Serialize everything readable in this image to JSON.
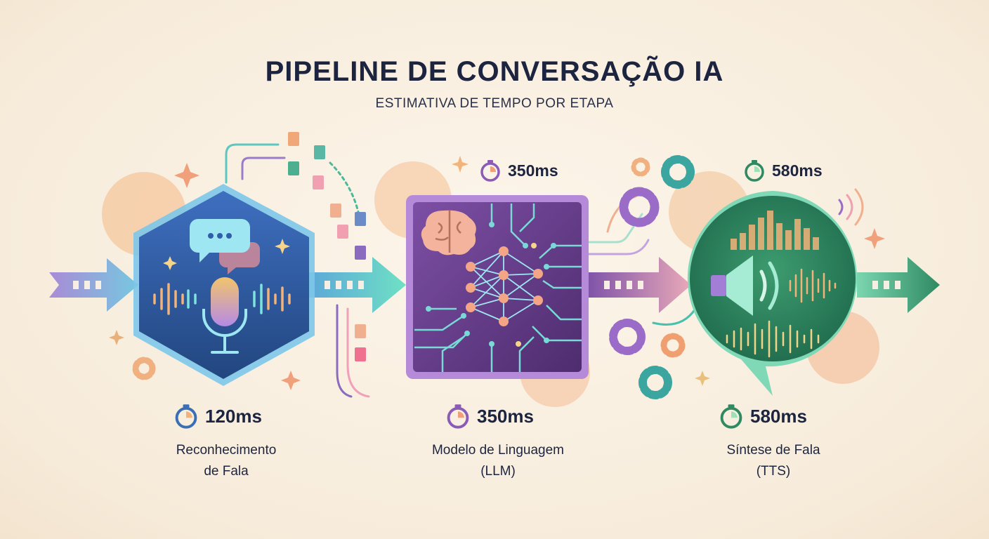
{
  "title": "PIPELINE DE CONVERSAÇÃO IA",
  "subtitle": "ESTIMATIVA DE TEMPO POR ETAPA",
  "colors": {
    "background": "#f9f0e1",
    "stage1": "#2f5fa8",
    "stage2": "#6a3e8c",
    "stage3": "#2f8f63",
    "text": "#1d2440"
  },
  "stages": [
    {
      "id": "asr",
      "time": "120ms",
      "label_lines": [
        "Reconhecimento",
        "de Fala"
      ],
      "icon": "microphone-icon"
    },
    {
      "id": "llm",
      "time": "350ms",
      "time_top": "350ms",
      "label_lines": [
        "Modelo de Linguagem",
        "(LLM)"
      ],
      "icon": "brain-icon"
    },
    {
      "id": "tts",
      "time": "580ms",
      "time_top": "580ms",
      "label_lines": [
        "Síntese de Fala",
        "(TTS)"
      ],
      "icon": "speaker-icon"
    }
  ]
}
